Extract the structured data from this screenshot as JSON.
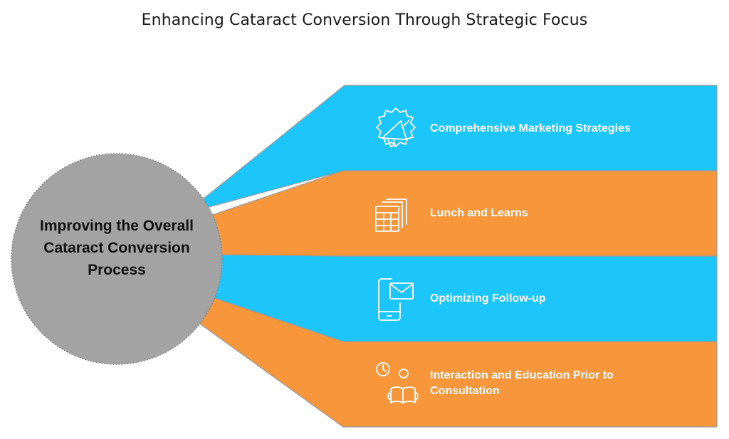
{
  "title": "Enhancing Cataract Conversion Through Strategic Focus",
  "hub": {
    "label": "Improving the Overall Cataract Conversion Process"
  },
  "items": [
    {
      "label": "Comprehensive Marketing Strategies",
      "icon": "megaphone-icon",
      "color": "#1cc5fa"
    },
    {
      "label": "Lunch and Learns",
      "icon": "calendar-grid-icon",
      "color": "#f7963a"
    },
    {
      "label": "Optimizing Follow-up",
      "icon": "mobile-mail-icon",
      "color": "#1cc5fa"
    },
    {
      "label": "Interaction and Education Prior to Consultation",
      "icon": "clock-reader-icon",
      "color": "#f7963a"
    }
  ],
  "colors": {
    "blue": "#1cc5fa",
    "orange": "#f7963a",
    "hub": "#a3a3a3"
  }
}
